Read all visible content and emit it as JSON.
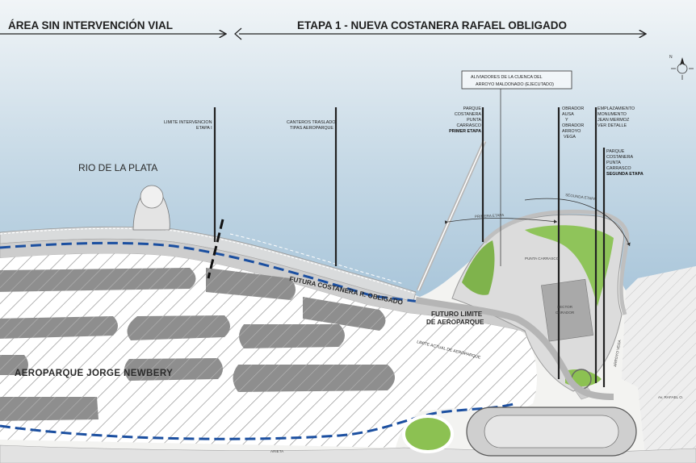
{
  "headers": {
    "left": "ÁREA SIN INTERVENCIÓN VIAL",
    "right": "ETAPA 1 - NUEVA COSTANERA RAFAEL OBLIGADO"
  },
  "labels": {
    "river": "RIO DE LA PLATA",
    "airport": "AEROPARQUE JORGE NEWBERY",
    "future_road": "FUTURA COSTANERA R. OBLIGADO",
    "future_limit_line1": "FUTURO LIMITE",
    "future_limit_line2": "DE AEROPARQUE",
    "current_limit": "LIMITE ACTUAL DE AEROPARQUE",
    "punta_carrasco": "PUNTA CARRASCO",
    "sector_obrador_1": "SECTOR",
    "sector_obrador_2": "OBRADOR",
    "stage1_arrow": "PRIMERA ETAPA",
    "stage2_arrow": "SEGUNDA ETAPA",
    "avenue": "Av. RAFAEL O.",
    "arroyo": "ARROYO VEGA",
    "bottom_street": "ARIETA"
  },
  "callouts": {
    "aliviadores": [
      "ALIVIADORES DE LA CUENCA DEL",
      "ARROYO MALDONADO (EJECUTADO)"
    ],
    "limite": [
      "LIMITE INTERVENCION",
      "ETAPA I"
    ],
    "canteros": [
      "CANTEROS TRASLADO",
      "TIPAS AEROPARQUE"
    ],
    "parque1": [
      "PARQUE",
      "COSTANERA",
      "PUNTA",
      "CARRASCO",
      "PRIMER ETAPA"
    ],
    "obrador": [
      "OBRADOR",
      "AUSA",
      "Y",
      "OBRADOR",
      "ARROYO",
      "VEGA"
    ],
    "monumento": [
      "EMPLAZAMIENTO",
      "MONUMENTO",
      "JEAN MERMOZ",
      "VER DETALLE"
    ],
    "parque2": [
      "PARQUE",
      "COSTANERA",
      "PUNTA",
      "CARRASCO",
      "SEGUNDA ETAPA"
    ]
  },
  "compass": {
    "north": "N"
  },
  "colors": {
    "sky_top": "#eef3f6",
    "sky_bottom": "#8bb2cf",
    "land": "#f4f4f2",
    "hatch_area": "#ffffff",
    "hatch_line": "#8a8a8a",
    "grey_block": "#8d8d8d",
    "road": "#c9c9c9",
    "blue_dash": "#1a4f9c",
    "green": "#8cc152"
  }
}
